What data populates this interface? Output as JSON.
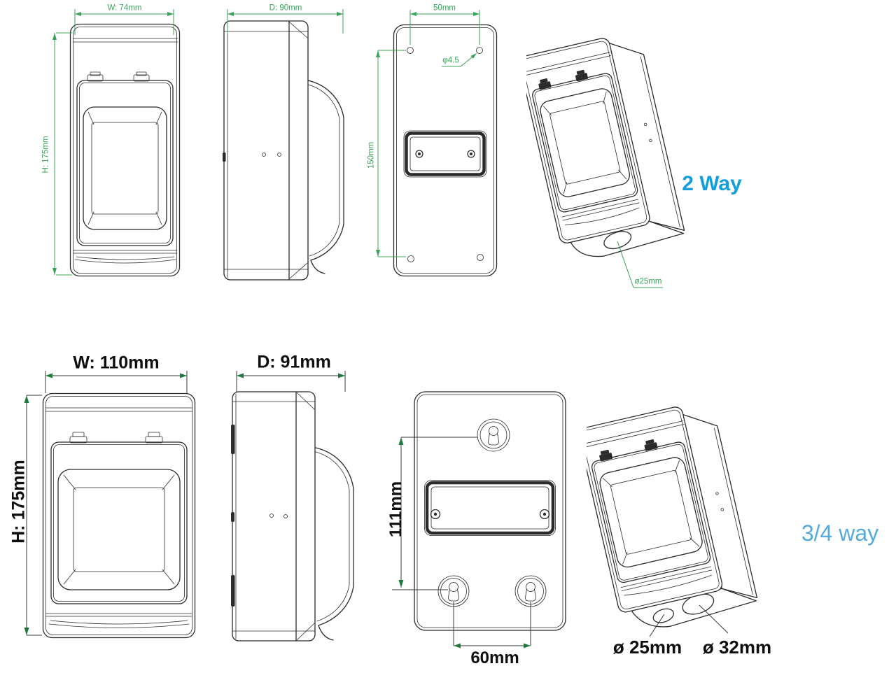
{
  "title": "Weatherproof enclosure dimension drawings",
  "colors": {
    "dimension_green": "#3aa35a",
    "arrow_green": "#1e7a3c",
    "line_ink": "#2b2b2b",
    "label_blue_bold": "#149fdb",
    "label_blue_light": "#54a9dd"
  },
  "two_way": {
    "label": "2 Way",
    "dim_width": "W: 74mm",
    "dim_depth": "D: 90mm",
    "dim_height": "H: 175mm",
    "dim_hole_spacing": "50mm",
    "dim_hole_diameter": "φ4.5",
    "dim_mount_height": "150mm",
    "dim_knockout": "ø25mm"
  },
  "three_four_way": {
    "label": "3/4 way",
    "dim_width": "W: 110mm",
    "dim_depth": "D: 91mm",
    "dim_height": "H: 175mm",
    "dim_mount_height": "111mm",
    "dim_keyhole_spacing": "60mm",
    "dim_knockout_small": "ø 25mm",
    "dim_knockout_large": "ø 32mm"
  }
}
